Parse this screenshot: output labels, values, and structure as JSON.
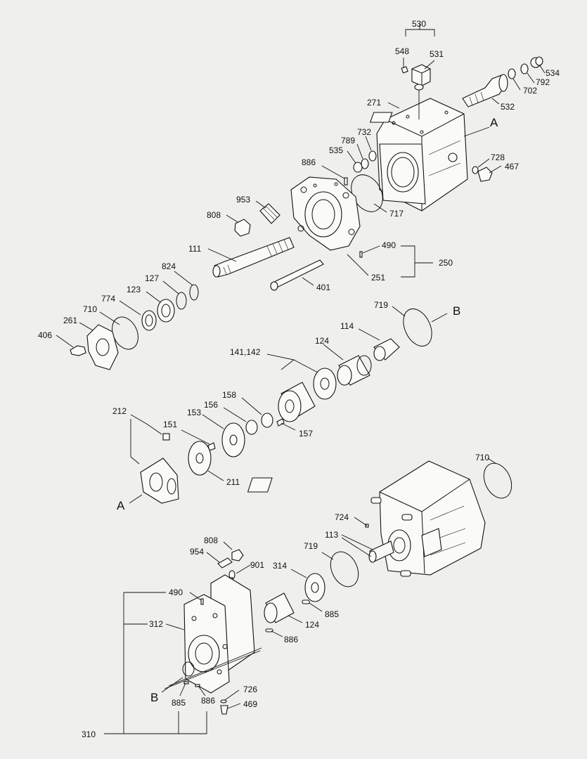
{
  "labels": {
    "l530": "530",
    "l548": "548",
    "l531": "531",
    "l534": "534",
    "l792": "792",
    "l702": "702",
    "l532": "532",
    "l271": "271",
    "lA_top": "A",
    "l732": "732",
    "l789": "789",
    "l535": "535",
    "l728": "728",
    "l886_top": "886",
    "l467": "467",
    "l953": "953",
    "l808_top": "808",
    "l717": "717",
    "l490_top": "490",
    "l111": "111",
    "l250": "250",
    "l824": "824",
    "l251": "251",
    "l127": "127",
    "l401": "401",
    "l123": "123",
    "l774": "774",
    "l719_top": "719",
    "lB_top": "B",
    "l710_left": "710",
    "l261": "261",
    "l114": "114",
    "l406": "406",
    "l124_mid": "124",
    "l141_142": "141,142",
    "l158": "158",
    "l156": "156",
    "l212": "212",
    "l153": "153",
    "l151": "151",
    "l157": "157",
    "l710_right": "710",
    "l211": "211",
    "lA_mid": "A",
    "l724": "724",
    "l113": "113",
    "l808_lower": "808",
    "l719_lower": "719",
    "l954": "954",
    "l901": "901",
    "l314": "314",
    "l490_lower": "490",
    "l885_mid": "885",
    "l312": "312",
    "l124_lower": "124",
    "l886_mid": "886",
    "l726": "726",
    "lB_lower": "B",
    "l886_lower": "886",
    "l885_lower": "885",
    "l469": "469",
    "l310": "310"
  }
}
